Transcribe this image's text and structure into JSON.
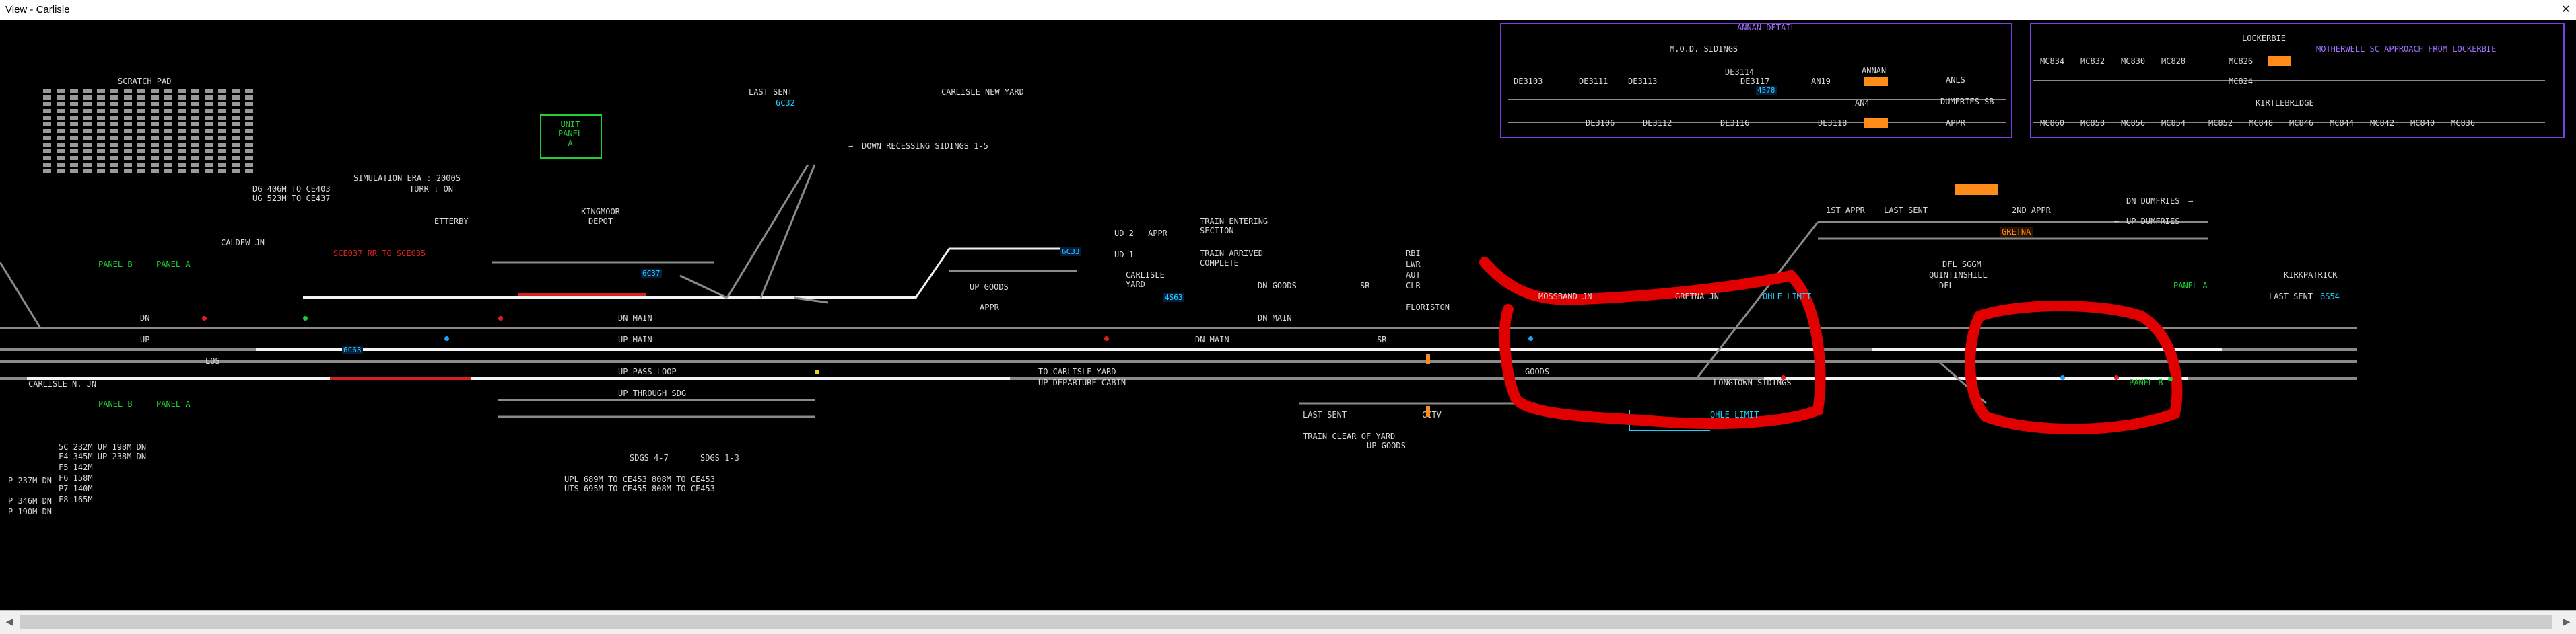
{
  "window": {
    "title": "View - Carlisle",
    "close_glyph": "✕"
  },
  "colors": {
    "track": "#8a8a8a",
    "track_set": "#f2f2f2",
    "track_occupied": "#d82020",
    "label": "#d8d8d8",
    "green": "#22cc33",
    "red": "#e02020",
    "cyan": "#20d0ff",
    "purple": "#7a3fe0",
    "orange": "#ff8c1a",
    "annotation": "#e00000"
  },
  "labels": {
    "scratch_pad": "SCRATCH PAD",
    "last_sent": "LAST SENT",
    "last_sent_berth": "6C32",
    "carlisle_new_yard": "CARLISLE NEW YARD",
    "down_recessing": "DOWN RECESSING SIDINGS 1-5",
    "sim_era": "SIMULATION ERA : 2000S",
    "turr": "TURR : ON",
    "dg_rule": "DG 406M TO CE403",
    "ug_rule": "UG 523M TO CE437",
    "etterby": "ETTERBY",
    "kingmoor_depot": "KINGMOOR DEPOT",
    "caldew_jn": "CALDEW JN",
    "sce037": "SCE037 RR TO SCE035",
    "panel_b_top": "PANEL B",
    "panel_a_top": "PANEL A",
    "panel_b_bottom": "PANEL B",
    "panel_a_bottom": "PANEL A",
    "carlisle_n_jn": "CARLISLE N. JN",
    "dn": "DN",
    "up": "UP",
    "los": "LOS",
    "dn_main": "DN MAIN",
    "up_main": "UP MAIN",
    "up_pass_loop": "UP PASS LOOP",
    "up_through_sdg": "UP THROUGH SDG",
    "sdgs_47": "SDGS 4-7",
    "sdgs_13": "SDGS 1-3",
    "upl_rule": "UPL 689M TO CE453 808M TO CE453",
    "uts_rule": "UTS 695M TO CE455 808M TO CE453",
    "up_goods": "UP GOODS",
    "appr": "APPR",
    "ud2": "UD 2",
    "ud1": "UD 1",
    "train_entering": "TRAIN ENTERING",
    "section": "SECTION",
    "train_arrived": "TRAIN ARRIVED",
    "complete": "COMPLETE",
    "carlisle_yard": "CARLISLE YARD",
    "to_carlisle_yard": "TO CARLISLE YARD",
    "up_departure_cabin": "UP DEPARTURE CABIN",
    "dn_goods": "DN GOODS",
    "sr": "SR",
    "floriston": "FLORISTON",
    "rbi": "RBI",
    "lwr": "LWR",
    "aut": "AUT",
    "clr": "CLR",
    "last_sent_2": "LAST SENT",
    "train_clear": "TRAIN CLEAR OF YARD",
    "up_goods_2": "UP GOODS",
    "cctv": "CCTV",
    "mossband_jn": "MOSSBAND JN",
    "gretna_jn": "GRETNA JN",
    "goods": "GOODS",
    "longtown_sidings": "LONGTOWN SIDINGS",
    "ohle_limit": "OHLE LIMIT",
    "ohle_limit_2": "OHLE LIMIT",
    "first_appr": "1ST APPR",
    "last_sent_3": "LAST SENT",
    "second_appr": "2ND APPR",
    "dn_dumfries": "DN DUMFRIES",
    "up_dumfries": "UP DUMFRIES",
    "gretna": "GRETNA",
    "dfl_sggm": "DFL SGGM",
    "quintinshill": "QUINTINSHILL",
    "dfl": "DFL",
    "panel_a_right": "PANEL A",
    "panel_b_right": "PANEL B",
    "kirkpatrick": "KIRKPATRICK",
    "last_sent_4": "LAST SENT",
    "last_sent_berth_4": "6S54",
    "annan_detail": "ANNAN DETAIL",
    "mod_sidings": "M.O.D. SIDINGS",
    "dumfries_sb": "DUMFRIES SB",
    "annan": "ANNAN",
    "anls": "ANLS",
    "appr_2": "APPR",
    "lockerbie": "LOCKERBIE",
    "motherwell_approach": "MOTHERWELL SC APPROACH FROM LOCKERBIE",
    "kirtlebridge": "KIRTLEBRIDGE",
    "unit_panel": "UNIT PANEL A",
    "arrow_right": "→",
    "arrow_left": "←"
  },
  "berths": {
    "b_6c37": "6C37",
    "b_6c63": "6C63",
    "b_4s63": "4S63",
    "b_6c33": "6C33",
    "b_4578": "4578"
  },
  "stats": [
    "5C 232M UP 198M DN",
    "F4 345M UP 238M DN",
    "F5 142M",
    "F6 158M",
    "P7 140M",
    "F8 165M"
  ],
  "left_stats": [
    "P 237M DN",
    "P 346M DN",
    "P 190M DN"
  ],
  "annan_detail": {
    "row1": [
      "DE3103",
      "DE3111",
      "DE3113",
      "DE3117",
      "AN19",
      "AN4"
    ],
    "row2": [
      "DE3106",
      "DE3112",
      "DE3116",
      "DE3118"
    ],
    "small": [
      "DE3114"
    ]
  },
  "motherwell_rows": {
    "row1": [
      "MC834",
      "MC832",
      "MC830",
      "MC828",
      "MC826",
      "MC824"
    ],
    "row2": [
      "MC860",
      "MC858",
      "MC856",
      "MC854",
      "MC852",
      "MC848",
      "MC846",
      "MC844",
      "MC842",
      "MC840",
      "MC836"
    ]
  }
}
